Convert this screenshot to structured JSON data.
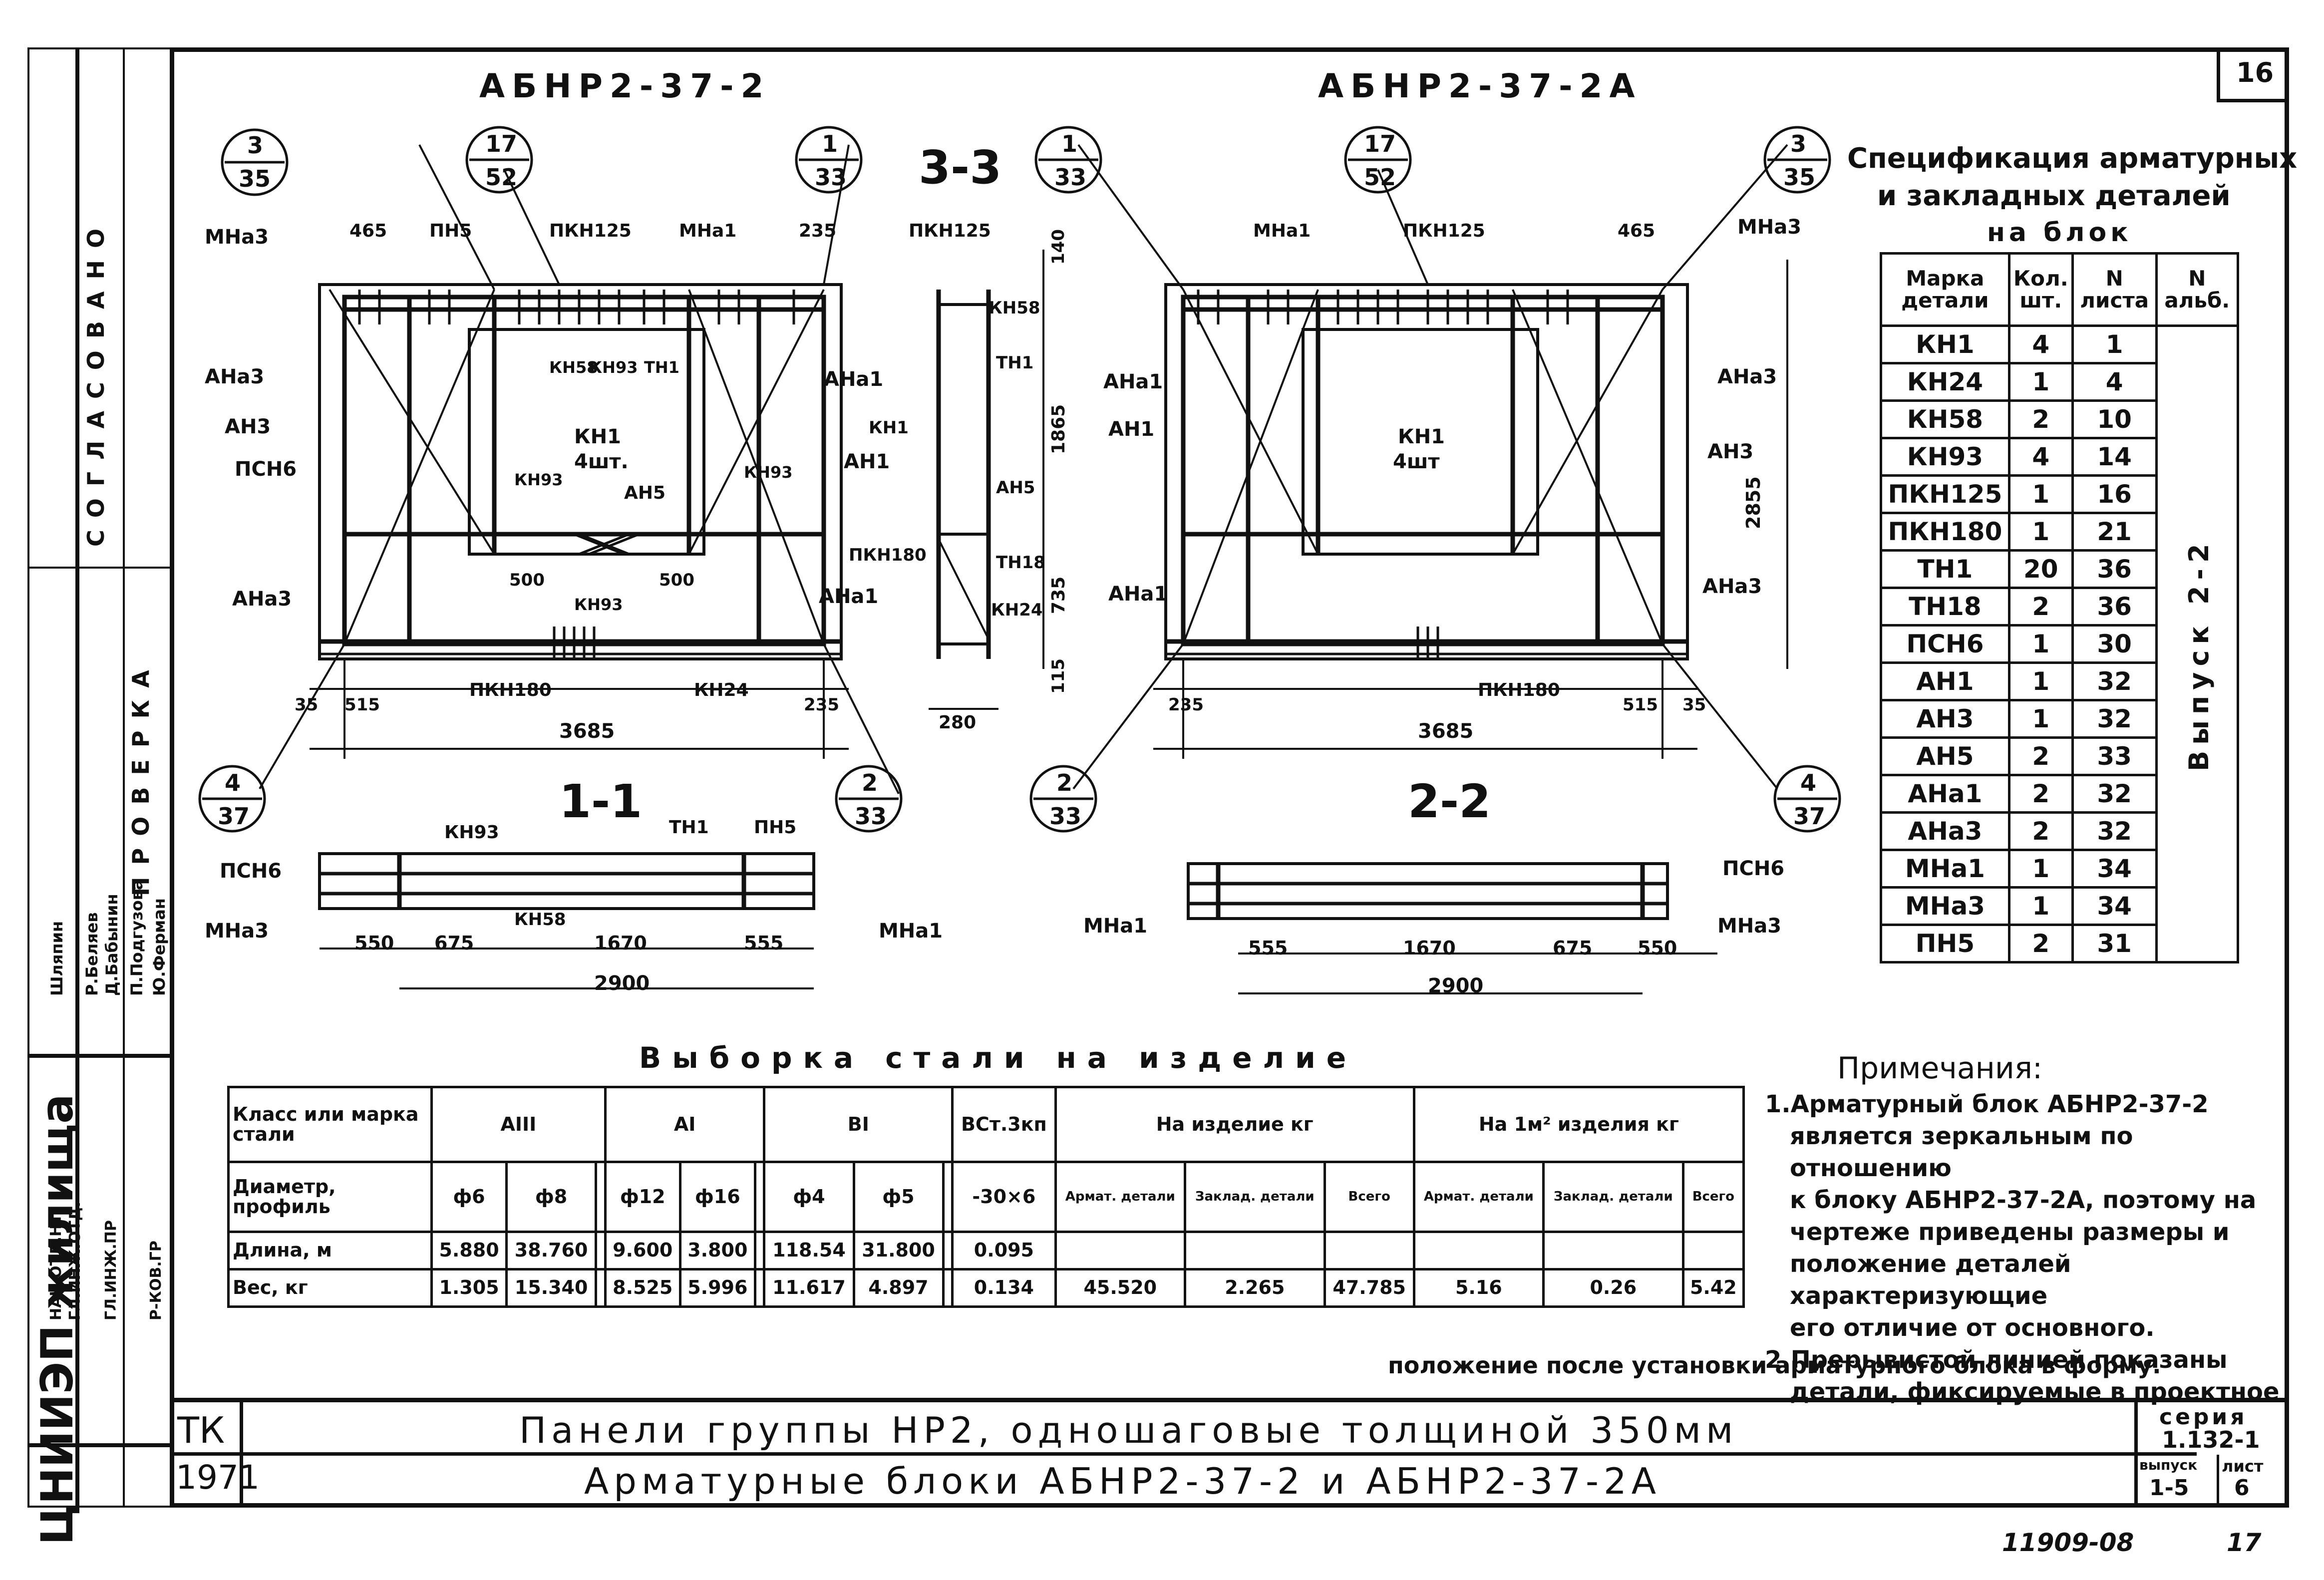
{
  "page_number": "16",
  "drawing_titles": {
    "left": "АБНР2-37-2",
    "right": "АБНР2-37-2А"
  },
  "section_labels": {
    "s11": "1-1",
    "s22": "2-2",
    "s33": "3-3"
  },
  "callouts": {
    "c3_35": [
      "3",
      "35"
    ],
    "c17_52": [
      "17",
      "52"
    ],
    "c1_33": [
      "1",
      "33"
    ],
    "c4_37": [
      "4",
      "37"
    ],
    "c2_33": [
      "2",
      "33"
    ]
  },
  "left_labels": [
    "МНа3",
    "АНа3",
    "АН3",
    "ПСН6",
    "АНа3",
    "МНа3",
    "ПСН6"
  ],
  "center_labels": [
    "465",
    "ПН5",
    "ПКН125",
    "МНа1",
    "235",
    "КН58",
    "КН93",
    "ТН1",
    "КН1",
    "4шт.",
    "АН5",
    "КН93",
    "500",
    "500",
    "КН93",
    "ПКН180",
    "КН24",
    "АНа1",
    "АН1",
    "КН93",
    "АНа1"
  ],
  "section33_labels": [
    "ПКН125",
    "КН58",
    "ТН1",
    "КН1",
    "АН5",
    "ПКН180",
    "ТН18",
    "КН24",
    "1865",
    "735",
    "140",
    "115",
    "280"
  ],
  "right_labels": [
    "МНа1",
    "ПКН125",
    "465",
    "МНа3",
    "АНа1",
    "АН1",
    "КН1",
    "4шт",
    "АНа3",
    "АН3",
    "АНа1",
    "АНа3",
    "ПКН180",
    "2855"
  ],
  "dims_left": [
    "35",
    "515",
    "3685",
    "235"
  ],
  "dims_right": [
    "235",
    "3685",
    "515",
    "35"
  ],
  "section11_labels": [
    "КН93",
    "ТН1",
    "ПН5",
    "ПСН6",
    "КН58",
    "МНа3",
    "МНа1"
  ],
  "section11_dims": [
    "550",
    "675",
    "1670",
    "555",
    "2900"
  ],
  "section22_labels": [
    "ПСН6",
    "МНа1",
    "МНа3"
  ],
  "section22_dims": [
    "555",
    "1670",
    "675",
    "550",
    "2900"
  ],
  "spec": {
    "title_1": "Спецификация арматурных",
    "title_2": "и закладных деталей",
    "title_3": "на блок",
    "headers": [
      "Марка детали",
      "Кол. шт.",
      "N листа",
      "N альб."
    ],
    "vypusk": "Выпуск 2-2",
    "rows": [
      [
        "КН1",
        "4",
        "1"
      ],
      [
        "КН24",
        "1",
        "4"
      ],
      [
        "КН58",
        "2",
        "10"
      ],
      [
        "КН93",
        "4",
        "14"
      ],
      [
        "ПКН125",
        "1",
        "16"
      ],
      [
        "ПКН180",
        "1",
        "21"
      ],
      [
        "ТН1",
        "20",
        "36"
      ],
      [
        "ТН18",
        "2",
        "36"
      ],
      [
        "ПСН6",
        "1",
        "30"
      ],
      [
        "АН1",
        "1",
        "32"
      ],
      [
        "АН3",
        "1",
        "32"
      ],
      [
        "АН5",
        "2",
        "33"
      ],
      [
        "АНа1",
        "2",
        "32"
      ],
      [
        "АНа3",
        "2",
        "32"
      ],
      [
        "МНа1",
        "1",
        "34"
      ],
      [
        "МНа3",
        "1",
        "34"
      ],
      [
        "ПН5",
        "2",
        "31"
      ]
    ]
  },
  "steel": {
    "title": "Выборка стали на изделие",
    "row_labels": [
      "Класс или марка стали",
      "Диаметр, профиль",
      "Длина, м",
      "Вес, кг"
    ],
    "groups": [
      "АIII",
      "АI",
      "ВI",
      "ВСт.3кп",
      "На изделие кг",
      "На 1м² изделия кг"
    ],
    "profiles": [
      "ф6",
      "ф8",
      "",
      "ф12",
      "ф16",
      "",
      "ф4",
      "ф5",
      "",
      "-30×6",
      "Армат. детали",
      "Заклад. детали",
      "Всего",
      "Армат. детали",
      "Заклад. детали",
      "Всего"
    ],
    "length": [
      "5.880",
      "38.760",
      "",
      "9.600",
      "3.800",
      "",
      "118.54",
      "31.800",
      "",
      "0.095",
      "",
      "",
      "",
      "",
      "",
      ""
    ],
    "weight": [
      "1.305",
      "15.340",
      "",
      "8.525",
      "5.996",
      "",
      "11.617",
      "4.897",
      "",
      "0.134",
      "45.520",
      "2.265",
      "47.785",
      "5.16",
      "0.26",
      "5.42"
    ]
  },
  "notes": {
    "title": "Примечания:",
    "lines": [
      "1.Арматурный блок АБНР2-37-2",
      "является зеркальным по отношению",
      "к блоку АБНР2-37-2А, поэтому на",
      "чертеже приведены размеры и",
      "положение деталей характеризующие",
      "его отличие от основного.",
      "2.Прерывистой линией показаны",
      "детали, фиксируемые в проектное",
      "положение после установки арматурного блока в форму."
    ]
  },
  "title_block": {
    "tk": "ТК",
    "year": "1971",
    "line1": "Панели группы НР2, одношаговые толщиной 350мм",
    "line2": "Арматурные блоки АБНР2-37-2 и АБНР2-37-2А",
    "seria_label": "серия",
    "seria": "1.132-1",
    "vypusk_label": "выпуск",
    "vypusk": "1-5",
    "list_label": "лист",
    "list": "6"
  },
  "footer": {
    "code": "11909-08",
    "page": "17"
  },
  "stamp": {
    "org": "ЦНИИЭП жилища",
    "roles": [
      "НАЧ.ОТД.НТ",
      "ГЛ.ИНЖ.ОТД.",
      "ГЛ.ИНЖ.ПР",
      "Р-КОВ.ГР"
    ],
    "names": [
      "Шляпин",
      "Р.Беляев",
      "Д.Бабынин",
      "П.Подгузова",
      "Ю.Ферман"
    ],
    "sogl": "СОГЛАСОВАНО",
    "prov": "ПРОВЕРКА"
  }
}
